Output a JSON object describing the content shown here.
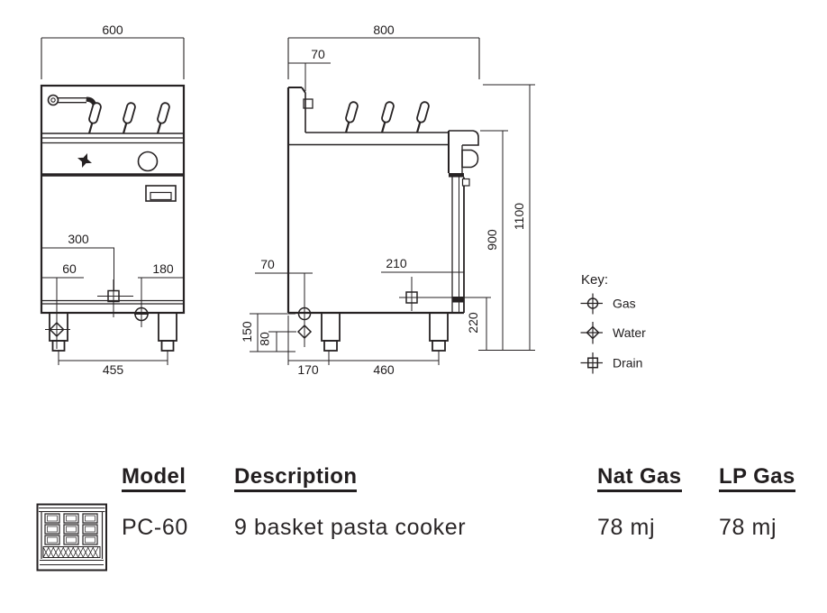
{
  "front_view": {
    "width": "600",
    "drain_offset": "300",
    "water_offset": "60",
    "gas_offset": "180",
    "leg_span": "455"
  },
  "side_view": {
    "depth": "800",
    "splashback_depth": "70",
    "connection_offset": "70",
    "drain_offset": "210",
    "total_height": "1100",
    "body_height": "900",
    "drain_height": "220",
    "gas_height": "150",
    "water_height": "80",
    "rear_leg_offset": "170",
    "leg_spacing": "460"
  },
  "key": {
    "title": "Key:",
    "items": [
      {
        "id": "gas",
        "label": "Gas"
      },
      {
        "id": "water",
        "label": "Water"
      },
      {
        "id": "drain",
        "label": "Drain"
      }
    ]
  },
  "table": {
    "headers": {
      "model": "Model",
      "description": "Description",
      "nat_gas": "Nat Gas",
      "lp_gas": "LP Gas"
    },
    "row": {
      "model": "PC-60",
      "description": "9 basket pasta cooker",
      "nat_gas": "78 mj",
      "lp_gas": "78 mj"
    }
  },
  "colors": {
    "ink": "#262223",
    "background": "#ffffff"
  }
}
